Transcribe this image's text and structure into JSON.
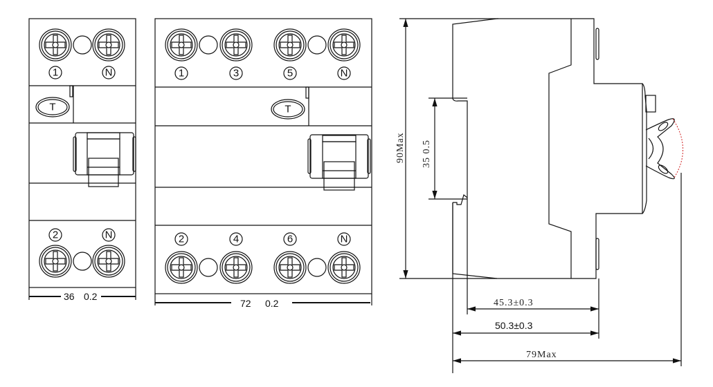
{
  "module_2p": {
    "top_labels": [
      "1",
      "N"
    ],
    "bottom_labels": [
      "2",
      "N"
    ],
    "test_button": "T",
    "width_dim": "36",
    "width_tol": "0.2"
  },
  "module_4p": {
    "top_labels": [
      "1",
      "3",
      "5",
      "N"
    ],
    "bottom_labels": [
      "2",
      "4",
      "6",
      "N"
    ],
    "test_button": "T",
    "width_dim": "72",
    "width_tol": "0.2"
  },
  "side_view": {
    "height_dim": "90Max",
    "rail_dim": "35  0.5",
    "depth_1": "45.3±0.3",
    "depth_2": "50.3±0.3",
    "depth_max": "79Max",
    "accent_color": "#d02020"
  }
}
